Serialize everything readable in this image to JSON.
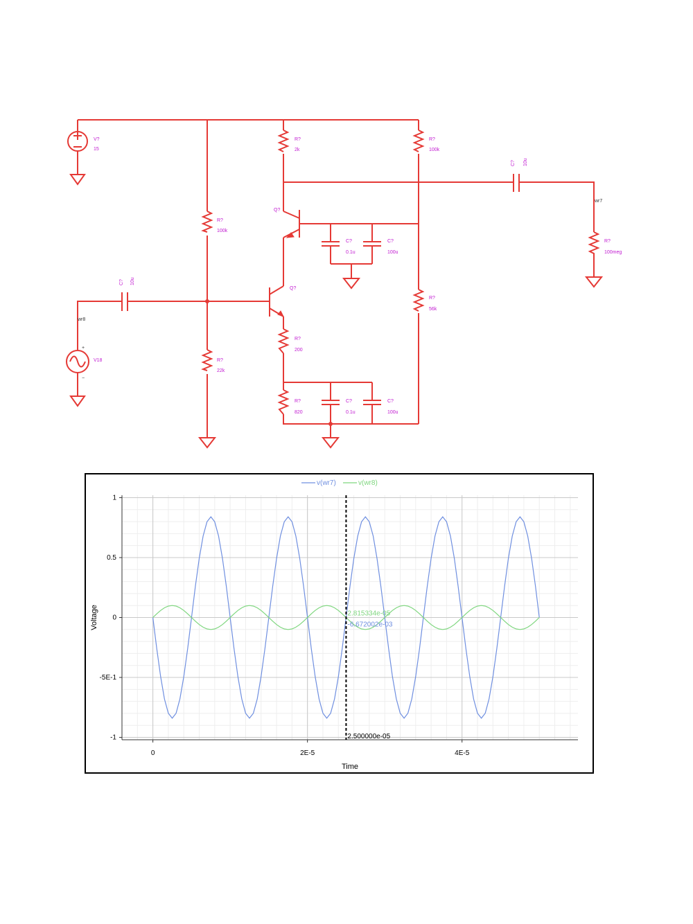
{
  "schematic": {
    "labels": {
      "v_dc_ref": "V?",
      "v_dc_val": "15",
      "r_top_ref": "R?",
      "r_top_val": "2k",
      "r_right_top_ref": "R?",
      "r_right_top_val": "100k",
      "c_out_ref": "C?",
      "c_out_val": "10u",
      "node_out": "wr7",
      "r_load_ref": "R?",
      "r_load_val": "100meg",
      "q1_ref": "Q?",
      "r_bias_top_ref": "R?",
      "r_bias_top_val": "100k",
      "c_mid_small_ref": "C?",
      "c_mid_small_val": "0.1u",
      "c_mid_big_ref": "C?",
      "c_mid_big_val": "100u",
      "c_in_ref": "C?",
      "c_in_val": "10u",
      "q2_ref": "Q?",
      "r_right_bot_ref": "R?",
      "r_right_bot_val": "56k",
      "node_in": "wr8",
      "v_ac_ref": "V18",
      "v_ac_plus": "+",
      "v_ac_minus": "−",
      "r_emit_ref": "R?",
      "r_emit_val": "200",
      "r_bias_bot_ref": "R?",
      "r_bias_bot_val": "22k",
      "r_em2_ref": "R?",
      "r_em2_val": "820",
      "c_bot_small_ref": "C?",
      "c_bot_small_val": "0.1u",
      "c_bot_big_ref": "C?",
      "c_bot_big_val": "100u"
    },
    "color": "#e53935",
    "label_color": "#c11ad1"
  },
  "chart_data": {
    "type": "line",
    "xlabel": "Time",
    "ylabel": "Voltage",
    "xlim": [
      -4e-06,
      5.5e-05
    ],
    "ylim": [
      -1.02,
      1.02
    ],
    "x_ticks": [
      {
        "v": 0,
        "label": "0"
      },
      {
        "v": 2e-05,
        "label": "2E-5"
      },
      {
        "v": 4e-05,
        "label": "4E-5"
      }
    ],
    "y_ticks": [
      {
        "v": 1,
        "label": "1"
      },
      {
        "v": 0.5,
        "label": "0.5"
      },
      {
        "v": 0,
        "label": "0"
      },
      {
        "v": -0.5,
        "label": "-5E-1"
      },
      {
        "v": -1,
        "label": "-1"
      }
    ],
    "grid": true,
    "legend": "top-center",
    "series": [
      {
        "name": "v(wr7)",
        "color": "#6f8fe0",
        "amplitude": -0.84,
        "period": 1e-05,
        "x_end": 5e-05
      },
      {
        "name": "v(wr8)",
        "color": "#7ed67e",
        "amplitude": 0.1,
        "period": 1e-05,
        "x_end": 5e-05
      }
    ],
    "cursor": {
      "x": 2.5e-05,
      "x_label": "2.500000e-05",
      "wr8_value": "2.815334e-05",
      "wr7_value": "-6.672002e-03"
    }
  }
}
